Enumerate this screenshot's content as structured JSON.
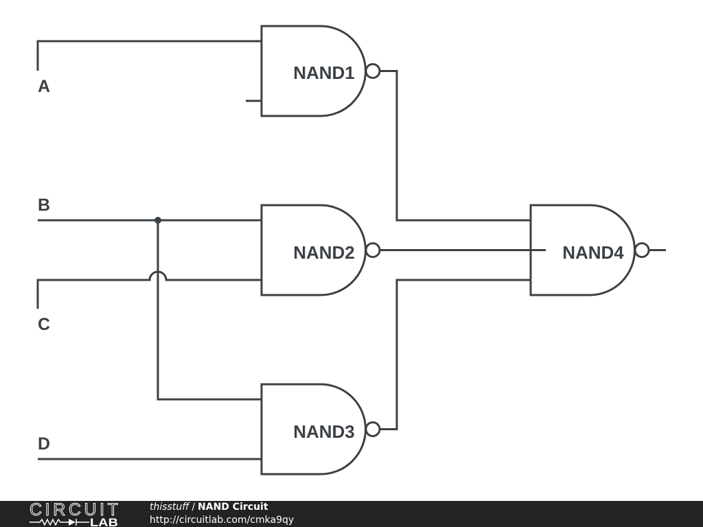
{
  "diagram": {
    "inputs": [
      {
        "label": "A"
      },
      {
        "label": "B"
      },
      {
        "label": "C"
      },
      {
        "label": "D"
      }
    ],
    "gates": [
      {
        "label": "NAND1"
      },
      {
        "label": "NAND2"
      },
      {
        "label": "NAND3"
      },
      {
        "label": "NAND4"
      }
    ]
  },
  "footer": {
    "logo": {
      "top": "CIRCUIT",
      "bottom": "LAB"
    },
    "author": "thisstuff",
    "separator": "/",
    "title": "NAND Circuit",
    "url": "http://circuitlab.com/cmka9qy"
  },
  "colors": {
    "background": "#ffffff",
    "wire": "#3c4146",
    "footer_background": "#232323",
    "footer_text": "#ffffff"
  }
}
